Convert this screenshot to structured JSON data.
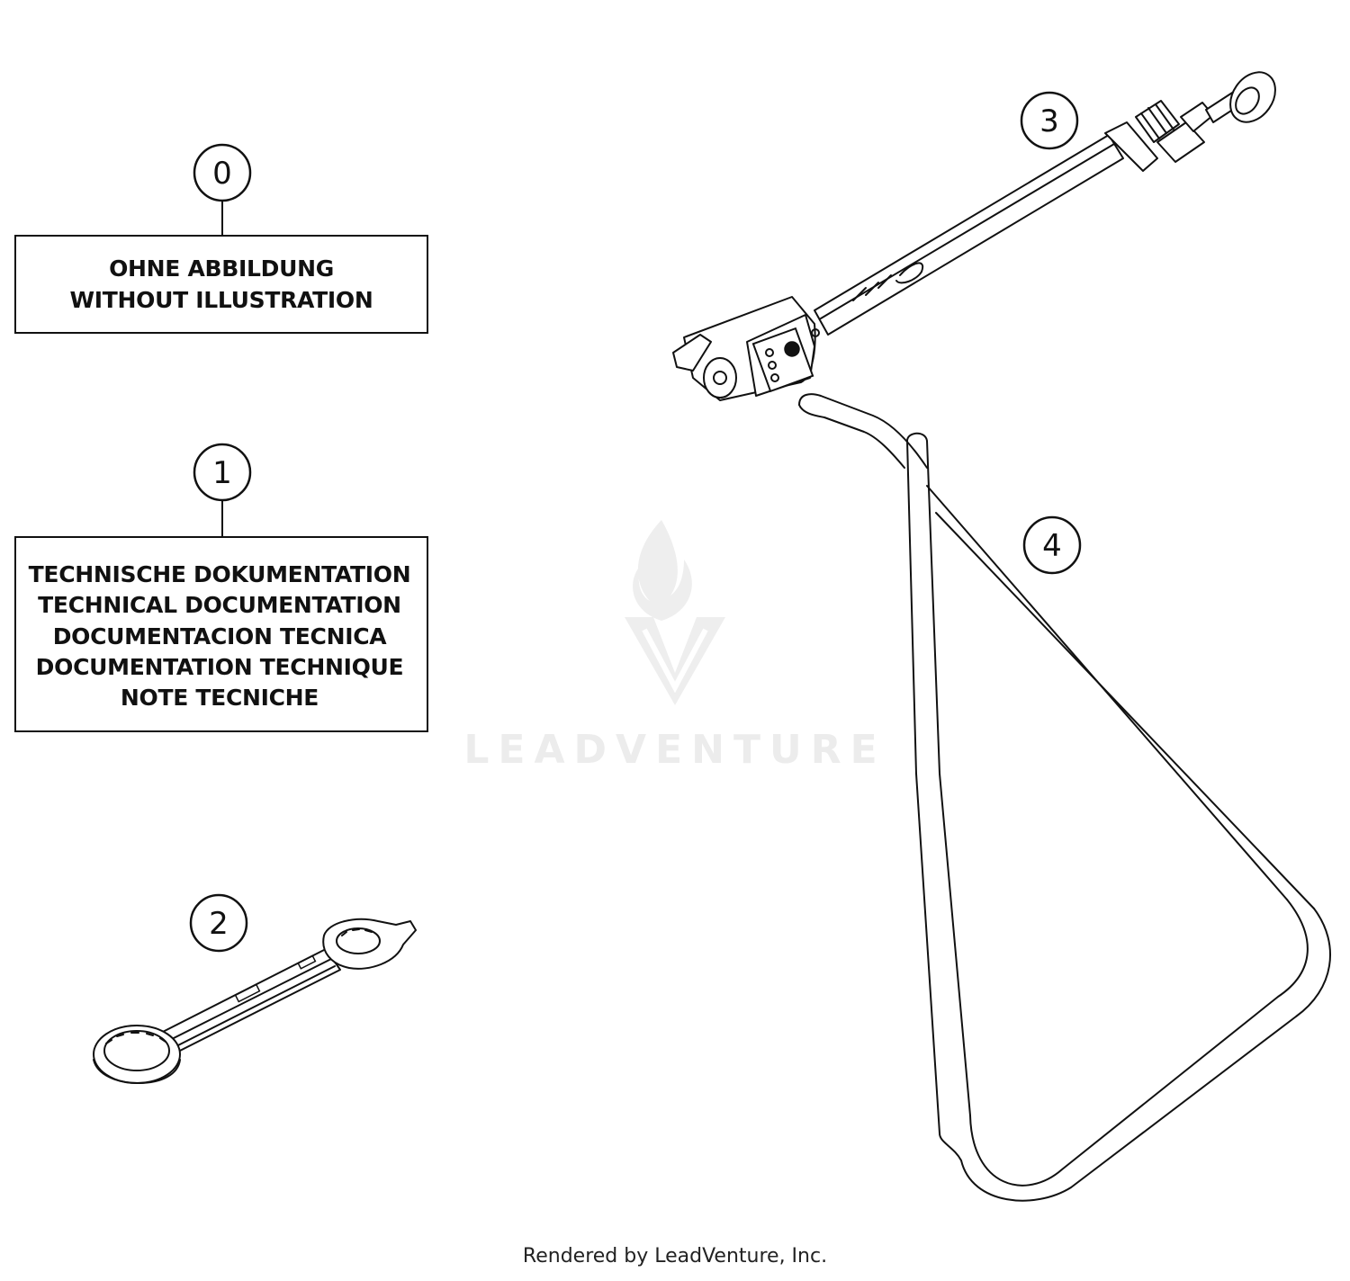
{
  "callouts": {
    "c0": "0",
    "c1": "1",
    "c2": "2",
    "c3": "3",
    "c4": "4"
  },
  "box0": {
    "line1": "OHNE ABBILDUNG",
    "line2": "WITHOUT ILLUSTRATION"
  },
  "box1": {
    "line1": "TECHNISCHE DOKUMENTATION",
    "line2": "TECHNICAL DOCUMENTATION",
    "line3": "DOCUMENTACION TECNICA",
    "line4": "DOCUMENTATION TECHNIQUE",
    "line5": "NOTE TECNICHE"
  },
  "watermark": {
    "text": "LEADVENTURE"
  },
  "footer": {
    "text": "Rendered by LeadVenture, Inc."
  },
  "icons": {
    "watermark_logo": "flame-v-logo-icon"
  },
  "colors": {
    "line": "#111111",
    "watermark": "#ececec",
    "background": "#ffffff"
  }
}
